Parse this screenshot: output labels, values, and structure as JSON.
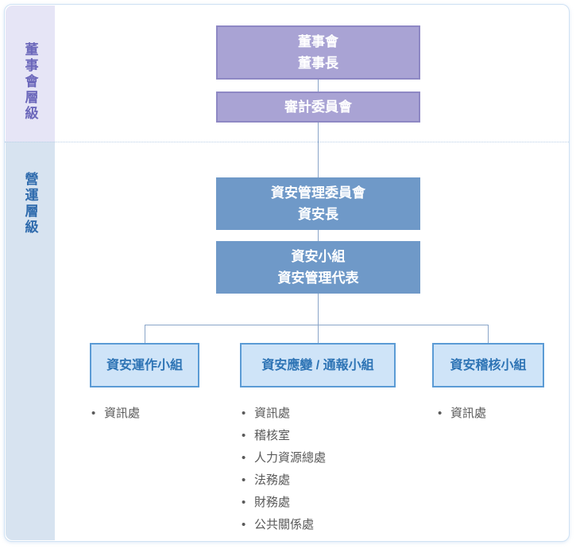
{
  "colors": {
    "board_level_fill": "#a9a3d4",
    "board_level_border": "#8e88c4",
    "ops_level_fill": "#6f99c8",
    "group_fill": "#cfe4f8",
    "group_border": "#5b9bd5",
    "group_text": "#2e74b5",
    "sidebar_board_bg": "#e6e5f6",
    "sidebar_board_text": "#6c68bb",
    "sidebar_ops_bg": "#d7e3f0",
    "sidebar_ops_text": "#2f6bad",
    "connector": "#8aa5c9",
    "member_text": "#595959",
    "card_border": "#cfe2f4"
  },
  "sidebar": {
    "board_label": "董事會層級",
    "ops_label": "營運層級"
  },
  "chart": {
    "board": {
      "line1": "董事會",
      "line2": "董事長"
    },
    "audit": {
      "label": "審計委員會"
    },
    "committee": {
      "line1": "資安管理委員會",
      "line2": "資安長"
    },
    "taskforce": {
      "line1": "資安小組",
      "line2": "資安管理代表"
    },
    "groups": [
      {
        "label": "資安運作小組",
        "members": [
          "資訊處"
        ]
      },
      {
        "label": "資安應變 / 通報小組",
        "members": [
          "資訊處",
          "稽核室",
          "人力資源總處",
          "法務處",
          "財務處",
          "公共關係處"
        ]
      },
      {
        "label": "資安稽核小組",
        "members": [
          "資訊處"
        ]
      }
    ]
  }
}
